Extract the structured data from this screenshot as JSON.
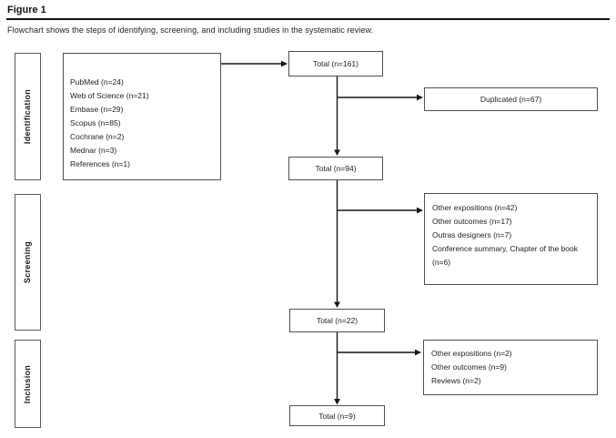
{
  "figure": {
    "title": "Figure 1",
    "caption": "Flowchart shows the steps of identifying, screening, and including studies in the systematic review."
  },
  "stages": {
    "identification": "Identification",
    "screening": "Screening",
    "inclusion": "Inclusion"
  },
  "boxes": {
    "sources": {
      "lines": [
        "PubMed (n=24)",
        "Web of Science (n=21)",
        "Embase (n=29)",
        "Scopus (n=85)",
        "Cochrane (n=2)",
        "Mednar (n=3)",
        "References (n=1)"
      ]
    },
    "total_identified": "Total (n=161)",
    "duplicated": "Duplicated (n=67)",
    "total_after_duplicates": "Total (n=94)",
    "screening_exclusions": {
      "lines": [
        "Other expositions (n=42)",
        "Other outcomes (n=17)",
        "Outras designers (n=7)",
        "Conference summary,  Chapter of the book (n=6)"
      ]
    },
    "total_screened": "Total (n=22)",
    "inclusion_exclusions": {
      "lines": [
        "Other expositions (n=2)",
        "Other outcomes (n=9)",
        "Reviews (n=2)"
      ]
    },
    "total_included": "Total (n=9)"
  },
  "colors": {
    "line": "#151515",
    "box_border": "#4f4f4f",
    "text": "#1f1f1f"
  }
}
